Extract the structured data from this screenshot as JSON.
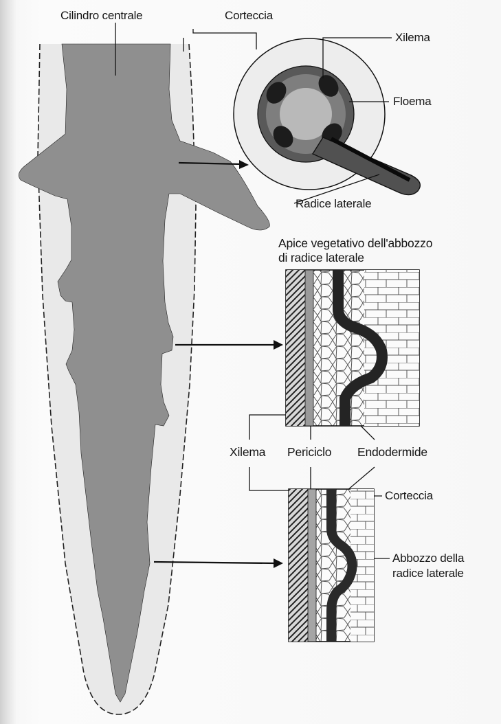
{
  "labels": {
    "cilindro_centrale": "Cilindro centrale",
    "corteccia_top": "Corteccia",
    "xilema_top": "Xilema",
    "floema": "Floema",
    "radice_laterale": "Radice laterale",
    "apice_line1": "Apice vegetativo dell'abbozzo",
    "apice_line2": "di radice laterale",
    "xilema_mid": "Xilema",
    "periciclo": "Periciclo",
    "endodermide": "Endodermide",
    "corteccia_mid": "Corteccia",
    "abbozzo_line1": "Abbozzo della",
    "abbozzo_line2": "radice laterale"
  },
  "colors": {
    "stele": "#8f8f8f",
    "cortex": "#e9e9e9",
    "line": "#111111",
    "phloem": "#5f5f5f",
    "xylem_blob": "#1c1c1c"
  }
}
